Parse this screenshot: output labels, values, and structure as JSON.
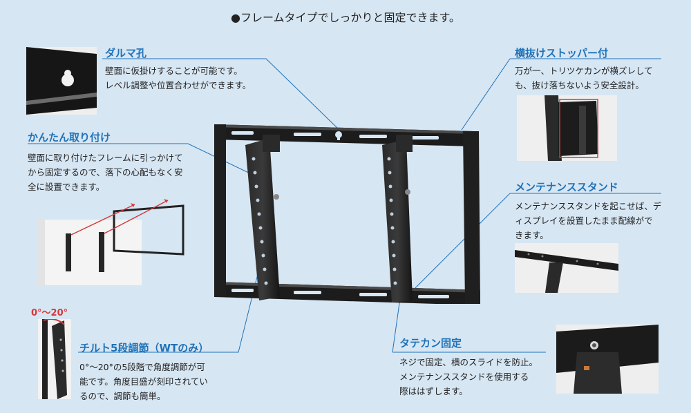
{
  "headline": "●フレームタイプでしっかりと固定できます。",
  "features": {
    "daruma": {
      "title": "ダルマ孔",
      "desc_lines": [
        "壁面に仮掛けすることが可能です。",
        "レベル調整や位置合わせができます。"
      ]
    },
    "kantan": {
      "title": "かんたん取り付け",
      "desc_lines": [
        "壁面に取り付けたフレームに引っかけて",
        "から固定するので、落下の心配もなく安",
        "全に設置できます。"
      ]
    },
    "tilt": {
      "title": "チルト5段調節（WTのみ）",
      "angle_label": "0°〜20°",
      "desc_lines": [
        "0°〜20°の5段階で角度調節が可",
        "能です。角度目盛が刻印されてい",
        "るので、調節も簡単。"
      ]
    },
    "stopper": {
      "title": "横抜けストッパー付",
      "desc_lines": [
        "万が一、トリツケカンが横ズレして",
        "も、抜け落ちないよう安全設計。"
      ]
    },
    "stand": {
      "title": "メンテナンススタンド",
      "desc_lines": [
        "メンテナンススタンドを起こせば、デ",
        "ィスプレイを設置したまま配線がで",
        "きます。"
      ]
    },
    "tatekan": {
      "title": "タテカン固定",
      "desc_lines": [
        "ネジで固定、横のスライドを防止。",
        "メンテナンススタンドを使用する",
        "際ははずします。"
      ]
    }
  },
  "colors": {
    "background": "#d7e6f3",
    "accent": "#1f72b8",
    "frame": "#1c1c1c",
    "arrow": "#d23a3a"
  }
}
